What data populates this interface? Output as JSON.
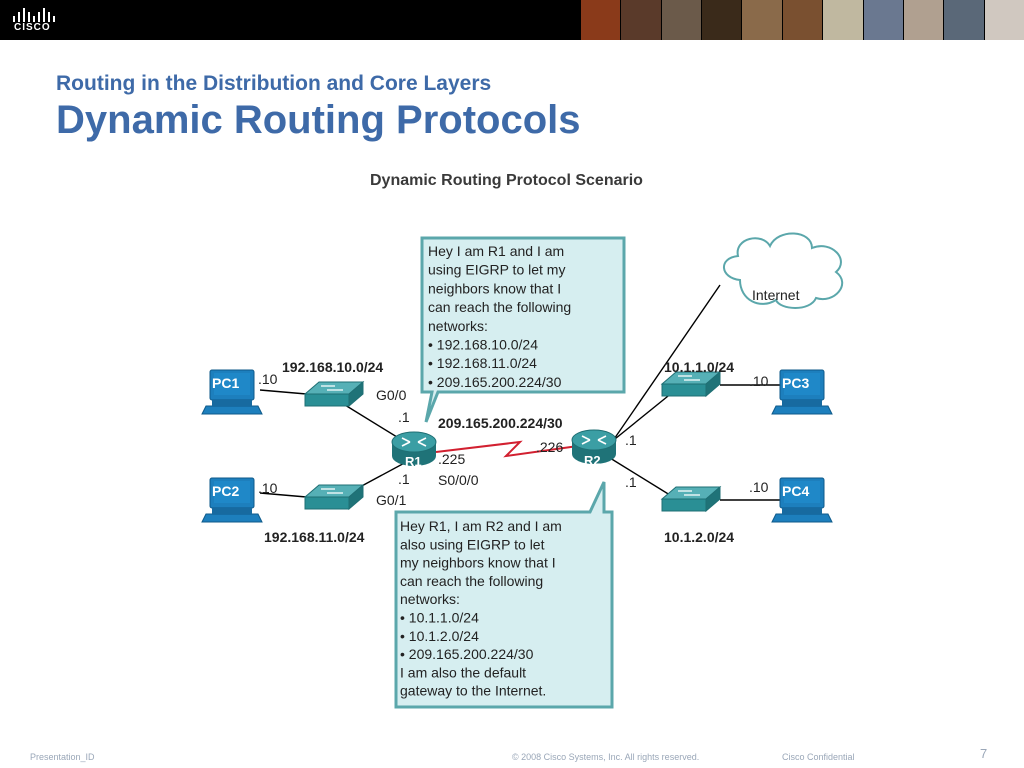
{
  "header": {
    "logo_text": "CISCO",
    "photo_colors": [
      "#8a3a1a",
      "#5a3a2a",
      "#6b5a4a",
      "#3a2a1a",
      "#8a6a4a",
      "#7a5030",
      "#c0b8a0",
      "#6a7890",
      "#b0a090",
      "#5a6878",
      "#d0c8c0"
    ]
  },
  "slide": {
    "subtitle": "Routing in the Distribution and Core Layers",
    "title": "Dynamic Routing Protocols"
  },
  "diagram": {
    "title": "Dynamic Routing Protocol Scenario",
    "pcs": [
      "PC1",
      "PC2",
      "PC3",
      "PC4"
    ],
    "routers": [
      "R1",
      "R2"
    ],
    "cloud": "Internet",
    "networks": {
      "net_pc1": "192.168.10.0/24",
      "net_pc2": "192.168.11.0/24",
      "net_serial": "209.165.200.224/30",
      "net_pc3": "10.1.1.0/24",
      "net_pc4": "10.1.2.0/24"
    },
    "labels": {
      "pc1_host": ".10",
      "pc2_host": ".10",
      "pc3_host": ".10",
      "pc4_host": ".10",
      "r1_g00": "G0/0",
      "r1_g00_ip": ".1",
      "r1_g01": "G0/1",
      "r1_g01_ip": ".1",
      "r1_serial_ip": ".225",
      "r1_serial_if": "S0/0/0",
      "r2_serial_ip": ".226",
      "r2_top_ip": ".1",
      "r2_bottom_ip": ".1"
    },
    "callout_r1": [
      "Hey I am R1 and I am",
      "using EIGRP to let my",
      "neighbors know that I",
      "can reach the following",
      "networks:",
      "•     192.168.10.0/24",
      "•     192.168.11.0/24",
      "•     209.165.200.224/30"
    ],
    "callout_r2": [
      "Hey R1, I am R2 and I am",
      "also using EIGRP to let",
      "my neighbors know that I",
      "can reach the following",
      "networks:",
      "•     10.1.1.0/24",
      "•     10.1.2.0/24",
      "•     209.165.200.224/30",
      "I am also the default",
      "gateway to the Internet."
    ],
    "colors": {
      "pc_blue": "#1d7fbd",
      "device_teal": "#2a8f95",
      "callout_fill": "#d6eef0",
      "callout_border": "#5ba7ab",
      "serial_red": "#d22030"
    }
  },
  "footer": {
    "left": "Presentation_ID",
    "copyright": "© 2008 Cisco Systems, Inc. All rights reserved.",
    "confidential": "Cisco Confidential",
    "page": "7"
  }
}
